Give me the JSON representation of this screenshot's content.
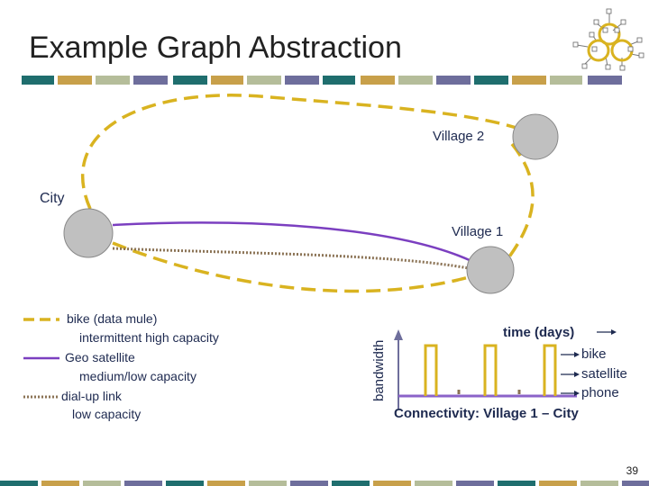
{
  "title": "Example Graph Abstraction",
  "nodes": {
    "village2": "Village 2",
    "city": "City",
    "village1": "Village 1"
  },
  "legend": {
    "bike": "bike (data mule)",
    "bike_desc": "intermittent high capacity",
    "satellite": "Geo satellite",
    "satellite_desc": "medium/low capacity",
    "dialup": "dial-up link",
    "dialup_desc": "low capacity"
  },
  "timeline": {
    "y_label": "bandwidth",
    "x_label": "time (days)",
    "series_bike": "bike",
    "series_satellite": "satellite",
    "series_phone": "phone",
    "caption": "Connectivity: Village 1 – City"
  },
  "page_number": "39",
  "colors": {
    "bike": "#D9B320",
    "satellite": "#7B3FC0",
    "dialup": "#8B7355",
    "node_fill": "#C0C0C0",
    "node_stroke": "#888888",
    "text_dark": "#1E2A50",
    "teal": "#1F6E6E",
    "tan": "#C8A04A",
    "sage": "#B5BD9A",
    "slate": "#6E6E9C"
  },
  "icons": [
    "network-logo-icon"
  ]
}
